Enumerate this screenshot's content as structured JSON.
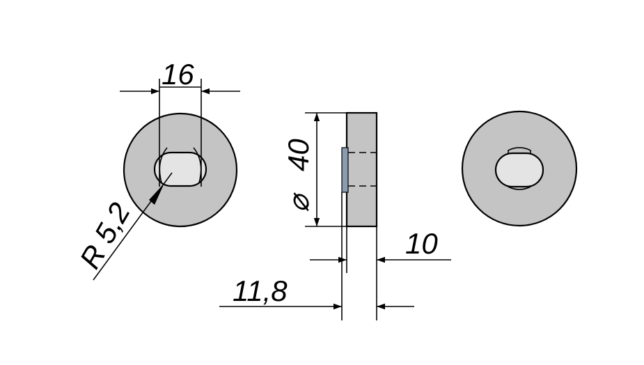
{
  "drawing": {
    "colors": {
      "part_fill": "#c4c4c4",
      "slot_fill": "#e4e4e4",
      "insert_fill": "#8b9bb0",
      "line": "#000000",
      "background": "#ffffff"
    },
    "dimensions": {
      "slot_width": "16",
      "radius": "R 5,2",
      "diameter_symbol": "⌀",
      "diameter": "40",
      "thickness": "10",
      "total_depth": "11,8"
    }
  }
}
